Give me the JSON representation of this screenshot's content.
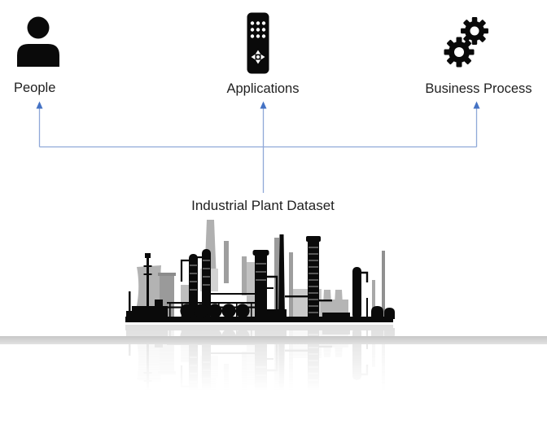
{
  "diagram": {
    "type": "flow-diagram",
    "nodes": [
      {
        "id": "people",
        "label": "People",
        "icon": "person-icon"
      },
      {
        "id": "applications",
        "label": "Applications",
        "icon": "remote-control-icon"
      },
      {
        "id": "business-process",
        "label": "Business Process",
        "icon": "gears-icon"
      }
    ],
    "source": {
      "label": "Industrial Plant Dataset",
      "image": "industrial-plant-silhouette"
    },
    "connections": [
      {
        "from": "industrial-plant-dataset",
        "to": "people"
      },
      {
        "from": "industrial-plant-dataset",
        "to": "applications"
      },
      {
        "from": "industrial-plant-dataset",
        "to": "business-process"
      }
    ],
    "colors": {
      "connector_line": "#8fa8d8",
      "connector_arrow": "#4472c4",
      "icon_black": "#0a0a0a",
      "text": "#1f1f1f",
      "plant_gray_light": "#b3b3b3",
      "plant_gray_medium": "#999999",
      "bottom_band": "#d9d9d9",
      "background": "#ffffff"
    }
  }
}
